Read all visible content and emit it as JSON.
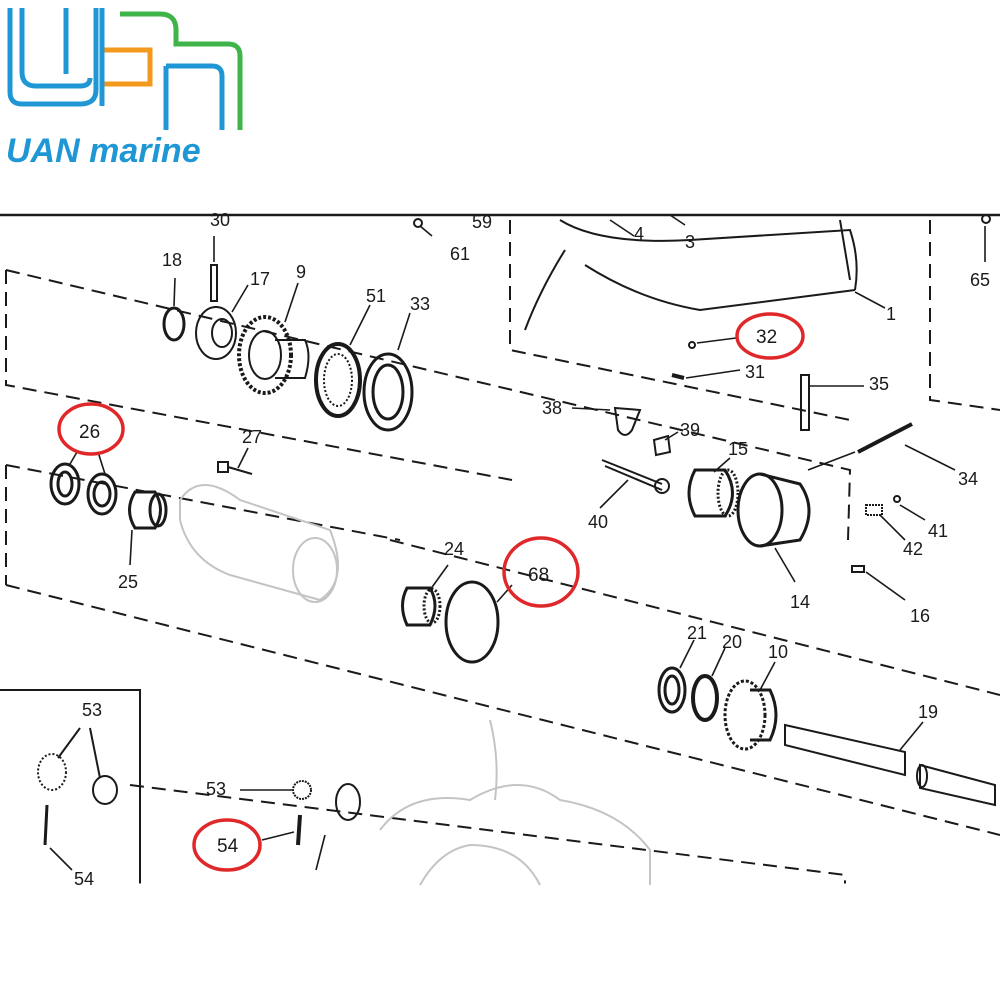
{
  "brand": {
    "name": "UAN marine",
    "primary_color": "#1f97d4",
    "accent_orange": "#f39a1e",
    "accent_green": "#3fb549"
  },
  "diagram": {
    "highlight_color": "#e0282b",
    "callouts": {
      "c1": "1",
      "c3": "3",
      "c4": "4",
      "c9": "9",
      "c10": "10",
      "c14": "14",
      "c15": "15",
      "c16": "16",
      "c17": "17",
      "c18": "18",
      "c19": "19",
      "c20": "20",
      "c21": "21",
      "c24": "24",
      "c25": "25",
      "c26": "26",
      "c27": "27",
      "c30": "30",
      "c31": "31",
      "c32": "32",
      "c33": "33",
      "c34": "34",
      "c35": "35",
      "c38": "38",
      "c39": "39",
      "c40": "40",
      "c41": "41",
      "c42": "42",
      "c51": "51",
      "c53a": "53",
      "c53b": "53",
      "c54": "54",
      "c54b": "54",
      "c59": "59",
      "c61": "61",
      "c65": "65",
      "c68": "68"
    },
    "highlighted_parts": [
      "26",
      "32",
      "68",
      "54"
    ]
  }
}
